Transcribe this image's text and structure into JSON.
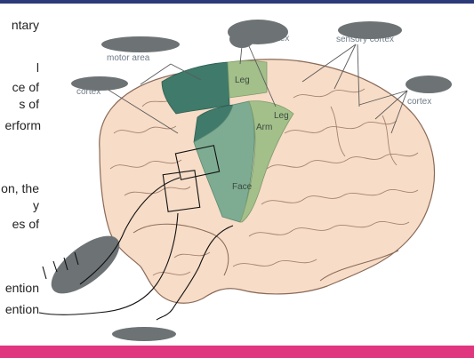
{
  "left_text": {
    "lines": [
      "ntary",
      "l",
      "ce of",
      "s of",
      "erform",
      "on, the",
      "y",
      "es of",
      "ention",
      "ention"
    ]
  },
  "labels": {
    "top_cortex": "r cortex",
    "somatosensory": "sensory cortex",
    "motor_area": "motor area",
    "premotor": "cortex",
    "parietal": "cortex"
  },
  "region_labels": {
    "leg_upper": "Leg",
    "leg": "Leg",
    "arm": "Arm",
    "face": "Face"
  },
  "colors": {
    "brain_fill": "#f7dcc7",
    "brain_outline": "#8a6a58",
    "premotor_dark": "#3f7a6a",
    "motor_mid": "#7eac92",
    "sensory_light": "#a3bf8a",
    "redaction": "#6d7275",
    "leader_lines": "#5a5a5a",
    "top_bar": "#2b3a78",
    "bottom_bar": "#e0357f"
  }
}
